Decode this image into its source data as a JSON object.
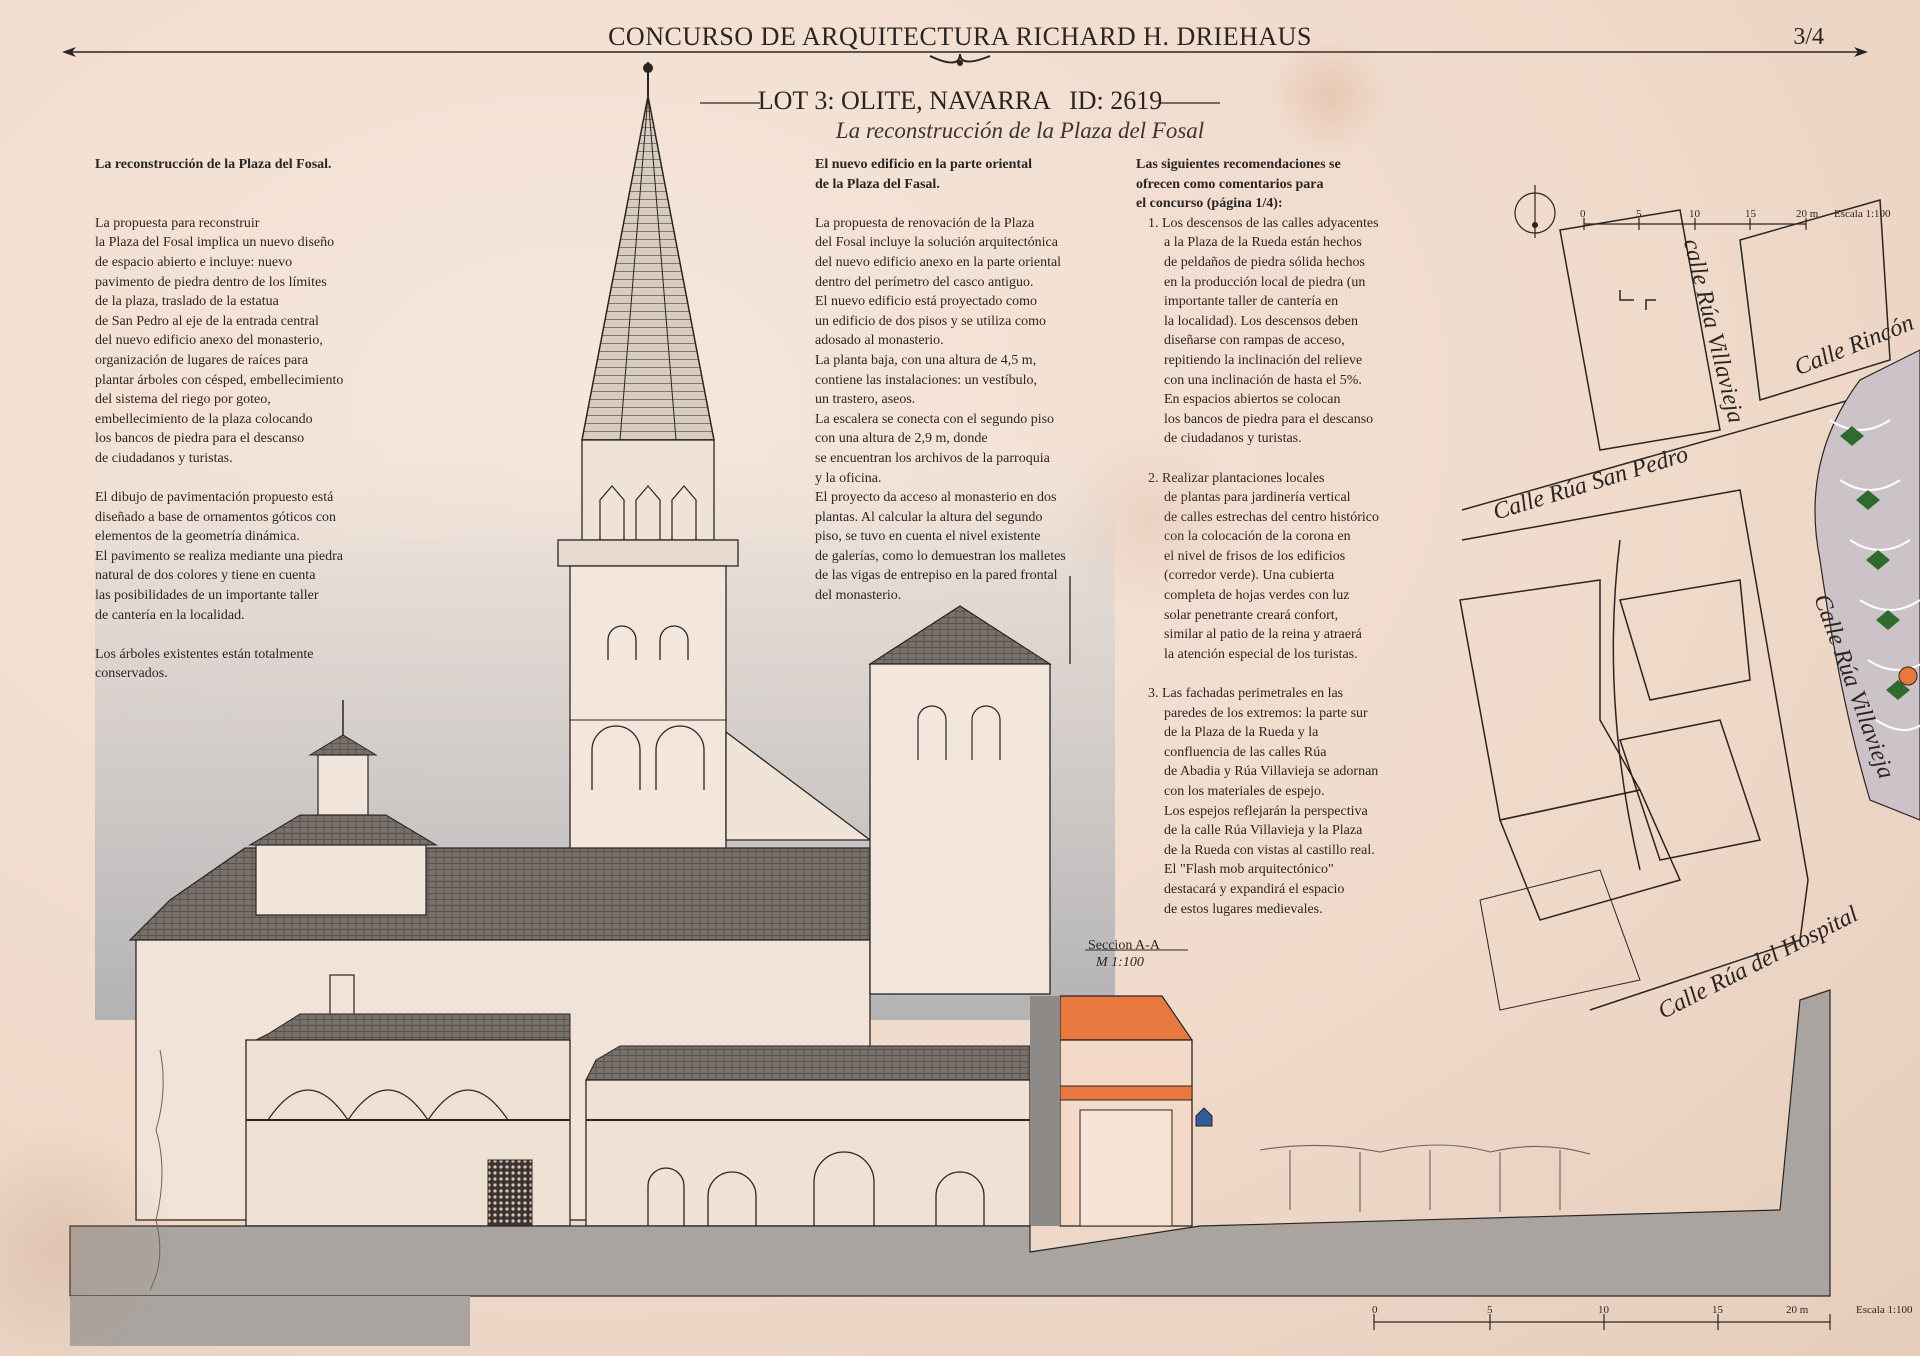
{
  "header": {
    "title": "CONCURSO DE ARQUITECTURA RICHARD H. DRIEHAUS",
    "page": "3/4",
    "lot": "LOT 3: OLITE, NAVARRA   ID: 2619",
    "subtitle": "La reconstrucción de la Plaza del Fosal"
  },
  "left_column": {
    "heading": "La reconstrucción de la Plaza del Fosal.",
    "lines_1": [
      "La propuesta para reconstruir",
      "la Plaza del Fosal implica un nuevo diseño",
      "de espacio abierto e incluye: nuevo",
      "pavimento de piedra dentro de los límites",
      "de la plaza, traslado de la estatua",
      "de San Pedro al eje de la entrada central",
      "del nuevo edificio anexo del monasterio,",
      "organización de lugares de raíces para",
      "plantar árboles con césped, embellecimiento",
      "del sistema del riego por goteo,",
      "embellecimiento de la plaza colocando",
      "los bancos de piedra para el descanso",
      "de ciudadanos y turistas."
    ],
    "lines_2": [
      "El dibujo de pavimentación propuesto está",
      "diseñado a base de ornamentos góticos con",
      "elementos de la geometría dinámica.",
      "El pavimento se realiza mediante una piedra",
      "natural de dos colores y tiene en cuenta",
      "las posibilidades de un importante taller",
      "de cantería en la localidad."
    ],
    "lines_3": [
      "Los árboles existentes están totalmente",
      "conservados."
    ]
  },
  "middle_column": {
    "heading": [
      "El nuevo edificio en la parte oriental",
      "de la Plaza del Fasal."
    ],
    "lines": [
      "La propuesta de renovación de la Plaza",
      "del Fosal incluye la solución arquitectónica",
      "del nuevo edificio anexo en la parte oriental",
      "dentro del perímetro del casco antiguo.",
      "El nuevo edificio está proyectado como",
      "un edificio de dos pisos y se utiliza como",
      "adosado al monasterio.",
      "La planta baja, con una altura de 4,5 m,",
      "contiene las instalaciones: un vestíbulo,",
      "un trastero, aseos.",
      "La escalera se conecta con el segundo piso",
      "con una altura de 2,9 m, donde",
      "se encuentran los archivos de la parroquia",
      "y la oficina.",
      "El proyecto da acceso al monasterio en dos",
      "plantas. Al calcular la altura del segundo",
      "piso, se tuvo en cuenta el nivel existente",
      "de galerías, como lo demuestran los malletes",
      "de las vigas de entrepiso en la pared frontal",
      "del monasterio."
    ]
  },
  "right_column": {
    "heading": [
      "Las siguientes recomendaciones se",
      "ofrecen como comentarios para",
      "el concurso (página 1/4):"
    ],
    "items": [
      [
        "1. Los descensos de las calles adyacentes",
        "a la Plaza de la Rueda están hechos",
        "de peldaños de piedra sólida hechos",
        "en la producción local de piedra (un",
        "importante taller de cantería en",
        "la localidad). Los descensos deben",
        "diseñarse con rampas de acceso,",
        "repitiendo la inclinación del relieve",
        "con una inclinación de hasta el 5%.",
        "En espacios abiertos se colocan",
        "los bancos de piedra para el descanso",
        "de ciudadanos y turistas."
      ],
      [
        "2. Realizar plantaciones locales",
        "de plantas para jardinería vertical",
        "de calles estrechas del centro histórico",
        "con la colocación de la corona en",
        "el nivel de frisos de los edificios",
        "(corredor verde). Una cubierta",
        "completa de hojas verdes con luz",
        "solar penetrante creará confort,",
        "similar al patio de la reina y atraerá",
        "la atención especial de los turistas."
      ],
      [
        "3. Las fachadas perimetrales en las",
        "paredes de los extremos: la parte sur",
        "de la Plaza de la Rueda y la",
        "confluencia de las calles Rúa",
        "de Abadia y Rúa Villavieja se adornan",
        "con los materiales de espejo.",
        "Los espejos reflejarán la perspectiva",
        "de la calle Rúa Villavieja y la Plaza",
        "de la Rueda con vistas al castillo real.",
        "El \"Flash mob arquitectónico\"",
        "destacará y expandirá el espacio",
        "de estos lugares medievales."
      ]
    ]
  },
  "plan": {
    "streets": {
      "villavieja_top": "calle Rúa Villavieja",
      "rincon": "Calle Rincón",
      "san_pedro": "Calle Rúa San Pedro",
      "villavieja_right": "Calle Rúa Villavieja",
      "hospital": "Calle Rúa del Hospital"
    },
    "scale": {
      "ticks": [
        "0",
        "5",
        "10",
        "15",
        "20 m"
      ],
      "label": "Escala 1:100"
    }
  },
  "section": {
    "label": "Seccion A-A",
    "scale": "M 1:100",
    "scale_bar": {
      "ticks": [
        "0",
        "5",
        "10",
        "15",
        "20 m"
      ],
      "label": "Escala 1:100"
    }
  },
  "colors": {
    "paper": "#efd9c9",
    "ink": "#2a2522",
    "roof": "#6e6660",
    "new_building": "#e8783e",
    "ground": "#a9a4a0",
    "paving_green": "#2f6b2e"
  }
}
